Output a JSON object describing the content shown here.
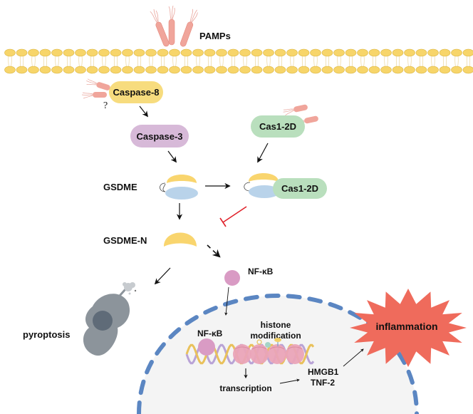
{
  "labels": {
    "pamps": "PAMPs",
    "caspase8": "Caspase-8",
    "question": "?",
    "caspase3": "Caspase-3",
    "cas12d_top": "Cas1-2D",
    "cas12d_bound": "Cas1-2D",
    "gsdme": "GSDME",
    "gsdme_n": "GSDME-N",
    "nfkb_cyto": "NF-κB",
    "nfkb_nuc": "NF-κB",
    "histone_line1": "histone",
    "histone_line2": "modification",
    "transcription": "transcription",
    "hmgb1": "HMGB1",
    "tnf2": "TNF-2",
    "pyroptosis": "pyroptosis",
    "inflammation": "inflammation"
  },
  "colors": {
    "membrane_head": "#f7d56a",
    "membrane_edge": "#d9b440",
    "caspase8_fill": "#f7dc7e",
    "caspase3_fill": "#d7b9d8",
    "cas12d_fill": "#b9dfbd",
    "gsdme_n_fill": "#f9d56e",
    "gsdme_c_fill": "#b9d3ea",
    "nfkb_fill": "#d99bc4",
    "nucleus_fill": "#f4f4f4",
    "nucleus_border": "#5b86c2",
    "inhibit_red": "#e0212a",
    "inflammation_fill": "#ef6b5c",
    "bacteria_fill": "#f0a59b",
    "cell_fill": "#8c949b"
  }
}
